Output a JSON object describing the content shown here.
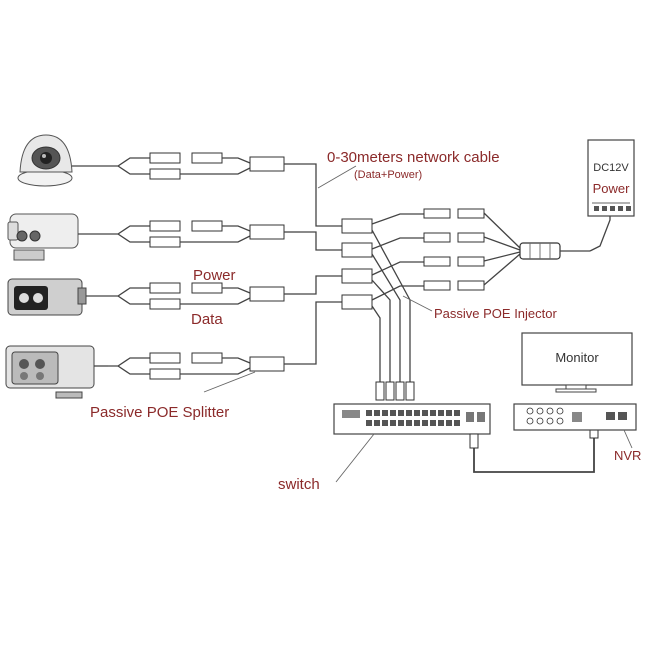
{
  "labels": {
    "cable_title": "0-30meters network cable",
    "cable_subtitle": "(Data+Power)",
    "power": "Power",
    "data": "Data",
    "splitter": "Passive POE Splitter",
    "injector": "Passive POE Injector",
    "switch": "switch",
    "nvr": "NVR",
    "monitor": "Monitor",
    "dc_voltage": "DC12V",
    "dc_power": "Power"
  },
  "colors": {
    "label_red": "#8b2a2a",
    "line": "#444444"
  }
}
